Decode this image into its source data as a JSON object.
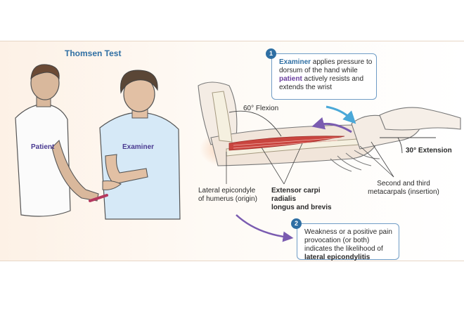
{
  "figure": {
    "title": "Thomsen Test",
    "figures": {
      "patient_label": "Patient",
      "examiner_label": "Examiner"
    },
    "callouts": {
      "flexion": "60° Flexion",
      "extension": "30° Extension",
      "lateral_epicondyle_line1": "Lateral epicondyle",
      "lateral_epicondyle_line2": "of humerus (origin)",
      "ecr_line1": "Extensor carpi radialis",
      "ecr_line2": "longus and brevis",
      "metacarpals_line1": "Second and third",
      "metacarpals_line2": "metacarpals (insertion)"
    },
    "steps": [
      {
        "number": "1",
        "examiner_word": "Examiner",
        "text_a": " applies pressure to dorsum of the hand while ",
        "patient_word": "patient",
        "text_b": " actively resists and extends the wrist"
      },
      {
        "number": "2",
        "text_a": "Weakness or a positive pain provocation (or both) indicates the likelihood of ",
        "highlight": "lateral epicondylitis"
      }
    ],
    "colors": {
      "accent_blue": "#2f6fa3",
      "accent_purple": "#6a3f9e",
      "scrub_blue": "#d6e9f7",
      "muscle_red": "#c9453f",
      "arrow_cyan": "#4aa8d8",
      "arrow_purple": "#7a5bb0"
    }
  }
}
